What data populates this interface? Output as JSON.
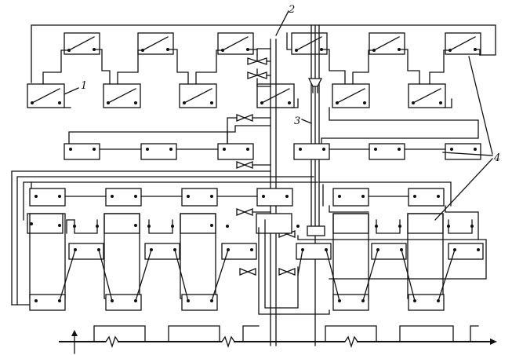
{
  "figure": {
    "labels": [
      {
        "id": "label-1",
        "text": "1"
      },
      {
        "id": "label-2",
        "text": "2"
      },
      {
        "id": "label-3",
        "text": "3"
      },
      {
        "id": "label-4",
        "text": "4"
      }
    ]
  },
  "colors": {
    "ink": "#111111",
    "paper": "#ffffff"
  }
}
